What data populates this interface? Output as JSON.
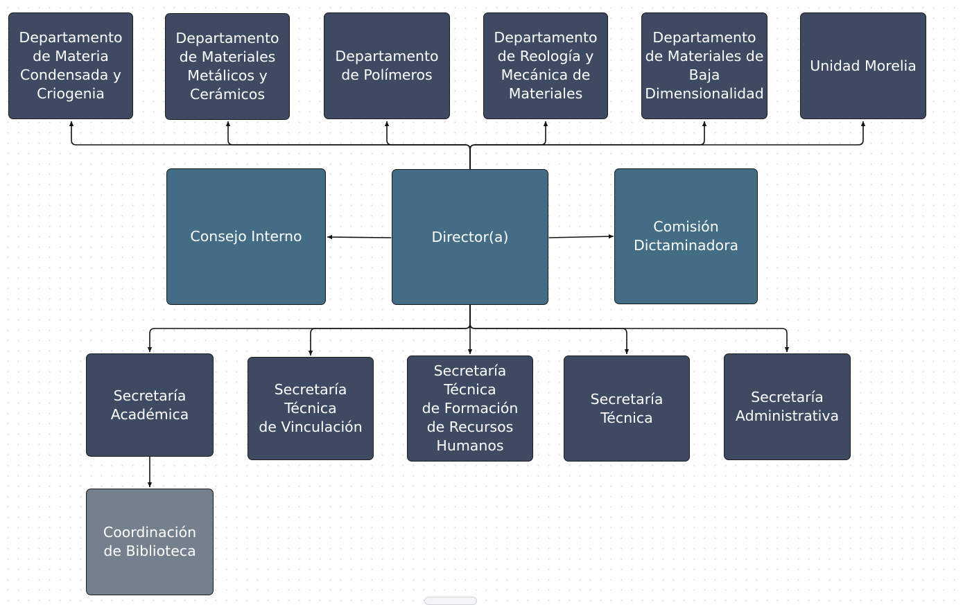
{
  "org_chart": {
    "departments": [
      {
        "key": "dept-materia-condensada",
        "label": "Departamento\nde Materia\nCondensada y\nCriogenia"
      },
      {
        "key": "dept-materiales-metalicos",
        "label": "Departamento\nde Materiales\nMetálicos y\nCerámicos"
      },
      {
        "key": "dept-polimeros",
        "label": "Departamento\nde Polímeros"
      },
      {
        "key": "dept-reologia",
        "label": "Departamento\nde Reología y\nMecánica de\nMateriales"
      },
      {
        "key": "dept-baja-dimensionalidad",
        "label": "Departamento\nde Materiales de\nBaja\nDimensionalidad"
      },
      {
        "key": "unidad-morelia",
        "label": "Unidad Morelia"
      }
    ],
    "center": {
      "consejo": {
        "label": "Consejo Interno"
      },
      "director": {
        "label": "Director(a)"
      },
      "comision": {
        "label": "Comisión\nDictaminadora"
      }
    },
    "secretarias": [
      {
        "key": "secretaria-academica",
        "label": "Secretaría\nAcadémica"
      },
      {
        "key": "secretaria-vinculacion",
        "label": "Secretaría\nTécnica\nde Vinculación"
      },
      {
        "key": "secretaria-formacion",
        "label": "Secretaría\nTécnica\nde Formación\nde Recursos\nHumanos"
      },
      {
        "key": "secretaria-tecnica",
        "label": "Secretaría\nTécnica"
      },
      {
        "key": "secretaria-administrativa",
        "label": "Secretaría\nAdministrativa"
      }
    ],
    "coordinacion": {
      "label": "Coordinación\nde Biblioteca"
    }
  },
  "colors": {
    "department_fill": "#3d4a61",
    "center_fill": "#426d84",
    "coordination_fill": "#75808e",
    "edge_color": "#111111"
  }
}
